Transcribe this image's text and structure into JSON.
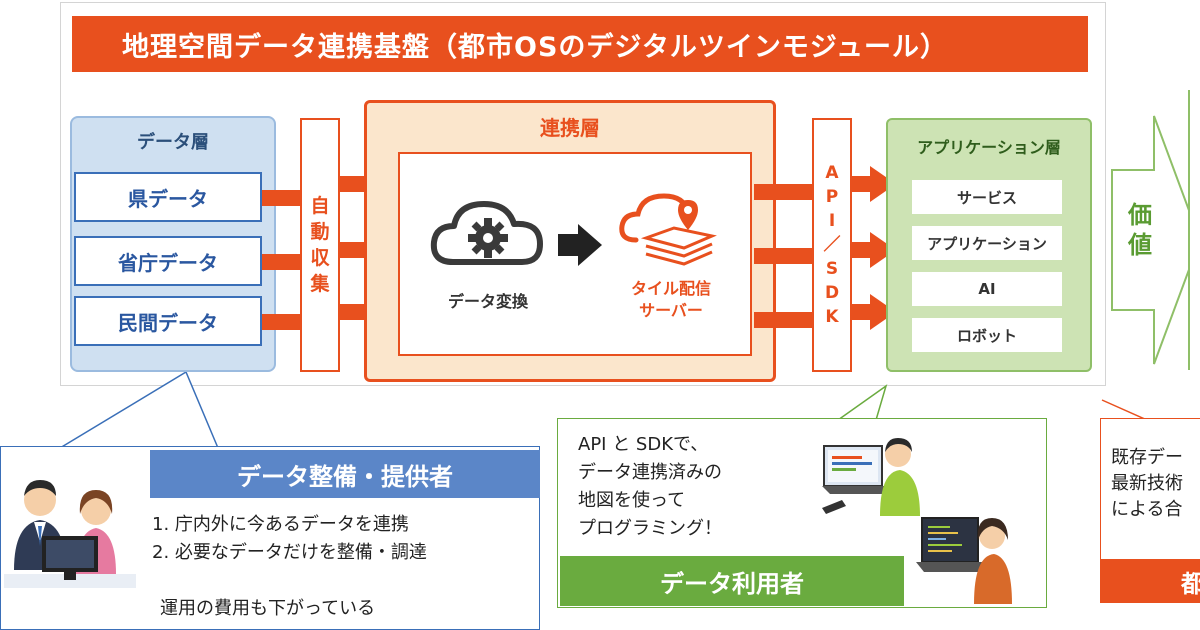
{
  "title": "地理空間データ連携基盤（都市OSのデジタルツインモジュール）",
  "data_layer": {
    "title": "データ層",
    "sources": [
      "県データ",
      "省庁データ",
      "民間データ"
    ]
  },
  "collection": {
    "chars": [
      "自",
      "動",
      "収",
      "集"
    ]
  },
  "link_layer": {
    "title": "連携層",
    "convert_label": "データ変換",
    "tile_label_1": "タイル配信",
    "tile_label_2": "サーバー"
  },
  "api": {
    "chars": [
      "A",
      "P",
      "I",
      "／",
      "S",
      "D",
      "K"
    ]
  },
  "app_layer": {
    "title": "アプリケーション層",
    "items": [
      "サービス",
      "アプリケーション",
      "AI",
      "ロボット"
    ]
  },
  "value": {
    "chars": [
      "価",
      "値"
    ]
  },
  "provider": {
    "role": "データ整備・提供者",
    "lines": [
      "1. 庁内外に今あるデータを連携",
      "2. 必要なデータだけを整備・調達"
    ],
    "note": "運用の費用も下がっている"
  },
  "user": {
    "role": "データ利用者",
    "lines": [
      "API と SDKで、",
      "データ連携済みの",
      "地図を使って",
      "プログラミング！"
    ]
  },
  "right_note": {
    "lines": [
      "既存デー",
      "最新技術",
      "による合"
    ],
    "badge": "都"
  },
  "colors": {
    "accent": "#e8501e",
    "blue": "#3a6fb8",
    "green": "#6aab3f"
  }
}
